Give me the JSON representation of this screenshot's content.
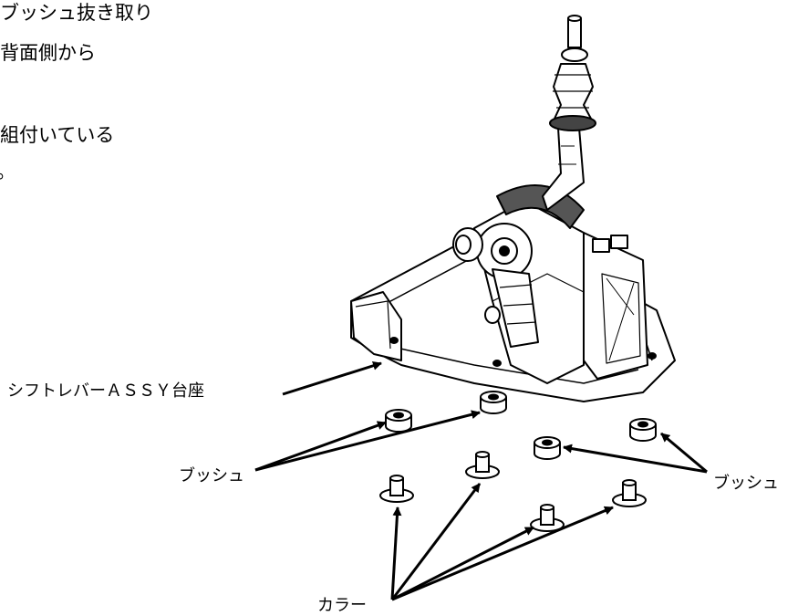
{
  "instructions": {
    "line1": "ブッシュ抜き取り",
    "line2": "背面側から",
    "line3": "組付いている",
    "line4": "。"
  },
  "labels": {
    "base": "シフトレバーＡＳＳＹ台座",
    "bush_left": "ブッシュ",
    "bush_right": "ブッシュ",
    "collar": "カラー"
  }
}
